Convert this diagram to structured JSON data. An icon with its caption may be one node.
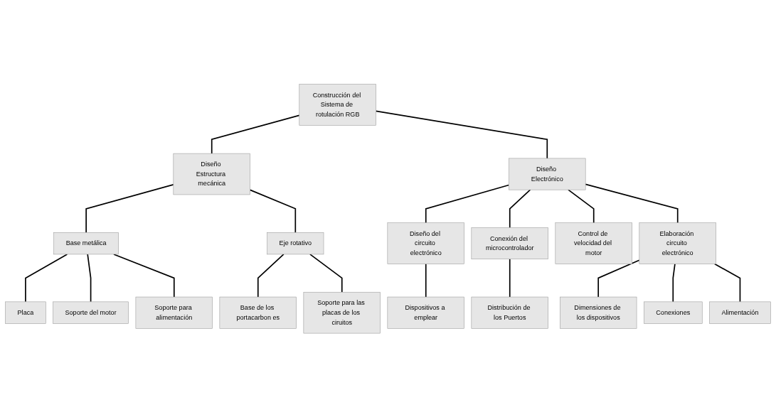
{
  "diagram": {
    "nodes": [
      {
        "text": [
          "Construcción del Sistema de rotulación RGB"
        ]
      },
      {
        "text": [
          "Diseño Estructura mecánica"
        ]
      },
      {
        "text": [
          "Diseño Electrónico"
        ]
      },
      {
        "text": [
          "Base metálica"
        ]
      },
      {
        "text": [
          "Eje rotativo"
        ]
      },
      {
        "text": [
          "Placa"
        ]
      },
      {
        "text": [
          "Soporte del motor"
        ]
      },
      {
        "text": [
          "Soporte para alimentación"
        ]
      },
      {
        "text": [
          "Base de los portacarbon es"
        ]
      },
      {
        "text": [
          "Soporte para las placas de los ciruitos"
        ]
      },
      {
        "text": [
          "Diseño del circuito electrónico"
        ]
      },
      {
        "text": [
          "Conexión del microcontrolador"
        ]
      },
      {
        "text": [
          "Control de velocidad del motor"
        ]
      },
      {
        "text": [
          "Elaboración circuito electrónico"
        ]
      },
      {
        "text": [
          "Dispositivos a emplear"
        ]
      },
      {
        "text": [
          "Distribución de los Puertos"
        ]
      },
      {
        "text": [
          "Dimensiones de los dispositivos"
        ]
      },
      {
        "text": [
          "Conexiones"
        ]
      },
      {
        "text": [
          "Alimentación"
        ]
      }
    ],
    "edges": [
      {
        "from": 0,
        "to": 1,
        "arrow": "none"
      },
      {
        "from": 0,
        "to": 2,
        "arrow": "none"
      },
      {
        "from": 1,
        "to": 3,
        "arrow": "none"
      },
      {
        "from": 1,
        "to": 4,
        "arrow": "none"
      },
      {
        "from": 3,
        "to": 5,
        "arrow": "none"
      },
      {
        "from": 3,
        "to": 6,
        "arrow": "none"
      },
      {
        "from": 3,
        "to": 7,
        "arrow": "none"
      },
      {
        "from": 4,
        "to": 8,
        "arrow": "none"
      },
      {
        "from": 4,
        "to": 9,
        "arrow": "none"
      },
      {
        "from": 2,
        "to": 10,
        "arrow": "none"
      },
      {
        "from": 2,
        "to": 11,
        "arrow": "none"
      },
      {
        "from": 2,
        "to": 12,
        "arrow": "none"
      },
      {
        "from": 2,
        "to": 13,
        "arrow": "none"
      },
      {
        "from": 10,
        "to": 14,
        "arrow": "none"
      },
      {
        "from": 11,
        "to": 15,
        "arrow": "none"
      },
      {
        "from": 13,
        "to": 16,
        "arrow": "none"
      },
      {
        "from": 13,
        "to": 17,
        "arrow": "none"
      },
      {
        "from": 13,
        "to": 18,
        "arrow": "none"
      }
    ]
  }
}
